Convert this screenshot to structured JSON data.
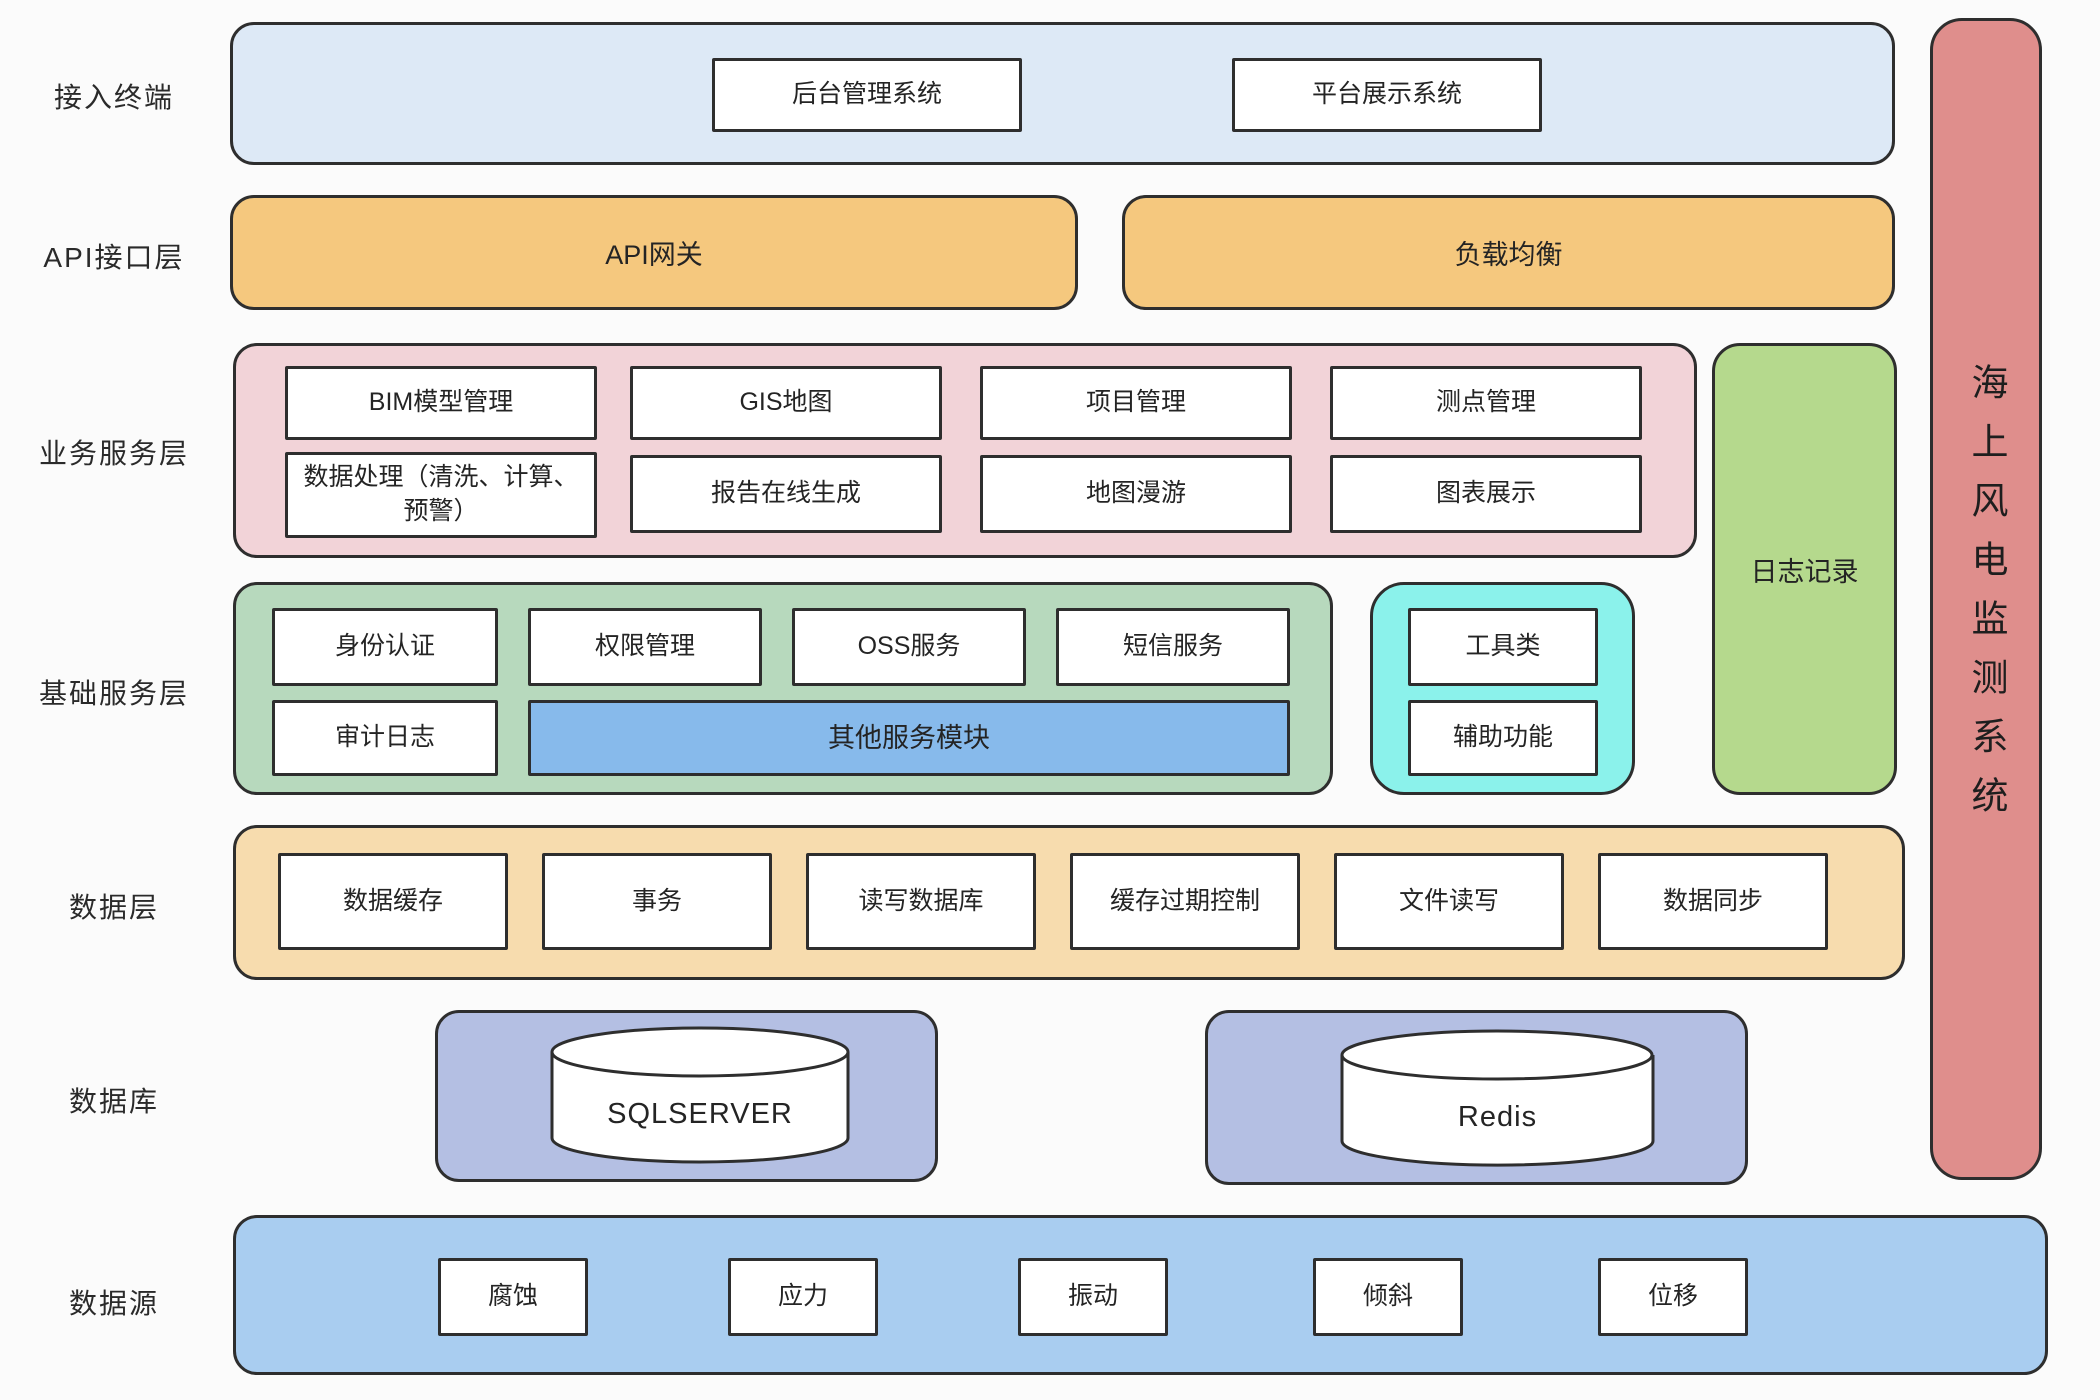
{
  "system_title": "海上风电监测系统",
  "colors": {
    "terminal_bg": "#dde9f6",
    "api_bg": "#f5c87e",
    "business_bg": "#f2d3d8",
    "base_bg": "#b7d9bd",
    "other_module_bg": "#87baeb",
    "utility_bg": "#8bf2eb",
    "log_bg": "#b5d98d",
    "data_layer_bg": "#f7dcae",
    "database_bg": "#b4bfe3",
    "source_bg": "#a9cdf0",
    "system_bar_bg": "#df8e8c",
    "node_border": "#2e2e2e"
  },
  "layers": {
    "terminal": {
      "label": "接入终端",
      "items": [
        "后台管理系统",
        "平台展示系统"
      ]
    },
    "api": {
      "label": "API接口层",
      "items": [
        "API网关",
        "负载均衡"
      ]
    },
    "business": {
      "label": "业务服务层",
      "items": [
        "BIM模型管理",
        "GIS地图",
        "项目管理",
        "测点管理",
        "数据处理（清洗、计算、预警）",
        "报告在线生成",
        "地图漫游",
        "图表展示"
      ]
    },
    "base": {
      "label": "基础服务层",
      "items": [
        "身份认证",
        "权限管理",
        "OSS服务",
        "短信服务",
        "审计日志",
        "其他服务模块"
      ],
      "utility_items": [
        "工具类",
        "辅助功能"
      ]
    },
    "log": {
      "label": "日志记录"
    },
    "data_layer": {
      "label": "数据层",
      "items": [
        "数据缓存",
        "事务",
        "读写数据库",
        "缓存过期控制",
        "文件读写",
        "数据同步"
      ]
    },
    "database": {
      "label": "数据库",
      "items": [
        "SQLSERVER",
        "Redis"
      ]
    },
    "source": {
      "label": "数据源",
      "items": [
        "腐蚀",
        "应力",
        "振动",
        "倾斜",
        "位移"
      ]
    }
  }
}
